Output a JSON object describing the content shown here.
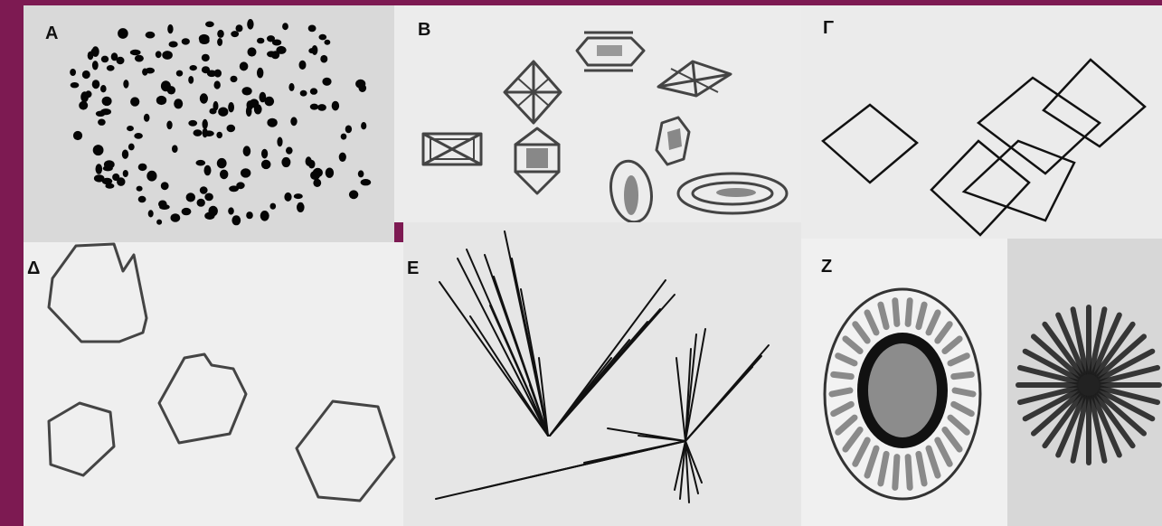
{
  "panels": {
    "a": {
      "label": "A"
    },
    "b": {
      "label": "B"
    },
    "g": {
      "label": "Γ"
    },
    "d": {
      "label": "Δ"
    },
    "e": {
      "label": "E"
    },
    "z": {
      "label": "Z"
    }
  },
  "colors": {
    "border": "#7d1a52",
    "ink": "#111111",
    "grey_fill": "#8c8c8c"
  }
}
